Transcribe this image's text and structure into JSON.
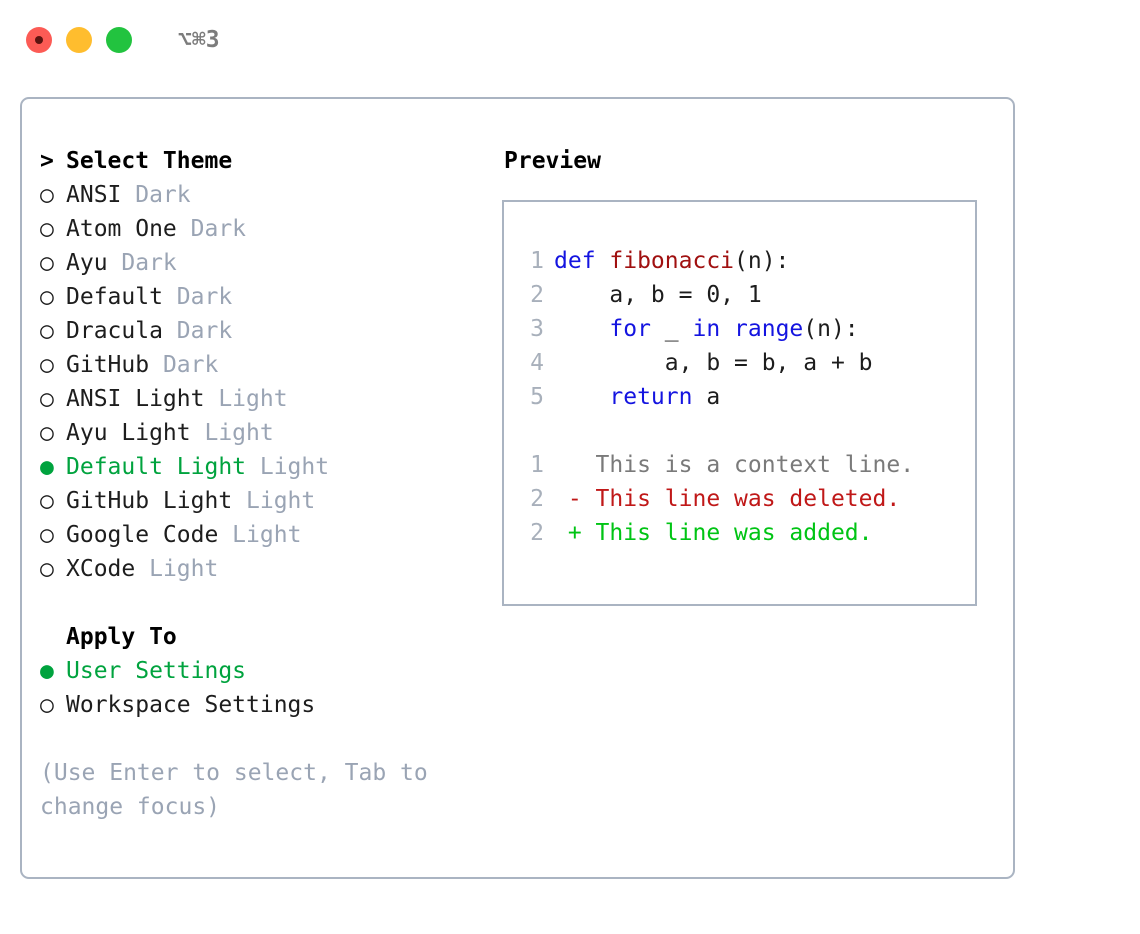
{
  "window": {
    "shortcut": "⌥⌘3",
    "traffic_lights": [
      {
        "name": "close",
        "color": "#fc5b55"
      },
      {
        "name": "minimize",
        "color": "#ffbd2e"
      },
      {
        "name": "maximize",
        "color": "#22c33f"
      }
    ]
  },
  "colors": {
    "selected_green": "#00a33e",
    "dim_text": "#9aa4b4",
    "border": "#aab4c2",
    "keyword_blue": "#1414e0",
    "function_red": "#a01010",
    "diff_deleted": "#c01818",
    "diff_added": "#00c414"
  },
  "theme_section": {
    "heading": "Select Theme",
    "heading_marker": ">",
    "marker_selected": "●",
    "marker_unselected": "○",
    "items": [
      {
        "label": "ANSI",
        "variant": "Dark",
        "selected": false
      },
      {
        "label": "Atom One",
        "variant": "Dark",
        "selected": false
      },
      {
        "label": "Ayu",
        "variant": "Dark",
        "selected": false
      },
      {
        "label": "Default",
        "variant": "Dark",
        "selected": false
      },
      {
        "label": "Dracula",
        "variant": "Dark",
        "selected": false
      },
      {
        "label": "GitHub",
        "variant": "Dark",
        "selected": false
      },
      {
        "label": "ANSI Light",
        "variant": "Light",
        "selected": false
      },
      {
        "label": "Ayu Light",
        "variant": "Light",
        "selected": false
      },
      {
        "label": "Default Light",
        "variant": "Light",
        "selected": true
      },
      {
        "label": "GitHub Light",
        "variant": "Light",
        "selected": false
      },
      {
        "label": "Google Code",
        "variant": "Light",
        "selected": false
      },
      {
        "label": "XCode",
        "variant": "Light",
        "selected": false
      }
    ]
  },
  "apply_section": {
    "heading": "Apply To",
    "items": [
      {
        "label": "User Settings",
        "selected": true
      },
      {
        "label": "Workspace Settings",
        "selected": false
      }
    ]
  },
  "hint": "(Use Enter to select, Tab to change focus)",
  "preview": {
    "title": "Preview",
    "code_lines": [
      {
        "num": "1",
        "tokens": [
          {
            "t": "def ",
            "c": "kw"
          },
          {
            "t": "fibonacci",
            "c": "fn"
          },
          {
            "t": "(n):",
            "c": "plain"
          }
        ]
      },
      {
        "num": "2",
        "tokens": [
          {
            "t": "    a, b = 0, 1",
            "c": "plain"
          }
        ]
      },
      {
        "num": "3",
        "tokens": [
          {
            "t": "    ",
            "c": "plain"
          },
          {
            "t": "for",
            "c": "kw"
          },
          {
            "t": " _ ",
            "c": "plain"
          },
          {
            "t": "in range",
            "c": "kw"
          },
          {
            "t": "(n):",
            "c": "plain"
          }
        ]
      },
      {
        "num": "4",
        "tokens": [
          {
            "t": "        a, b = b, a + b",
            "c": "plain"
          }
        ]
      },
      {
        "num": "5",
        "tokens": [
          {
            "t": "    ",
            "c": "plain"
          },
          {
            "t": "return",
            "c": "kw"
          },
          {
            "t": " a",
            "c": "plain"
          }
        ]
      }
    ],
    "diff_lines": [
      {
        "num": "1",
        "sign": " ",
        "text": " This is a context line.",
        "kind": "ctx"
      },
      {
        "num": "2",
        "sign": "-",
        "text": " This line was deleted.",
        "kind": "del"
      },
      {
        "num": "2",
        "sign": "+",
        "text": " This line was added.",
        "kind": "add"
      }
    ]
  }
}
